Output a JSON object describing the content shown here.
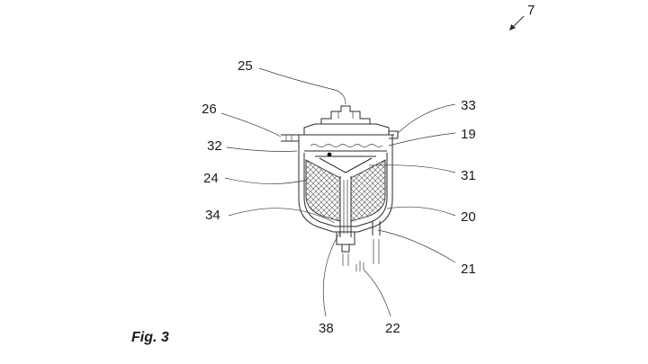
{
  "figure": {
    "caption": "Fig. 3",
    "reference_number": "7",
    "labels": [
      "25",
      "26",
      "33",
      "32",
      "19",
      "24",
      "31",
      "34",
      "20",
      "21",
      "38",
      "22"
    ]
  }
}
